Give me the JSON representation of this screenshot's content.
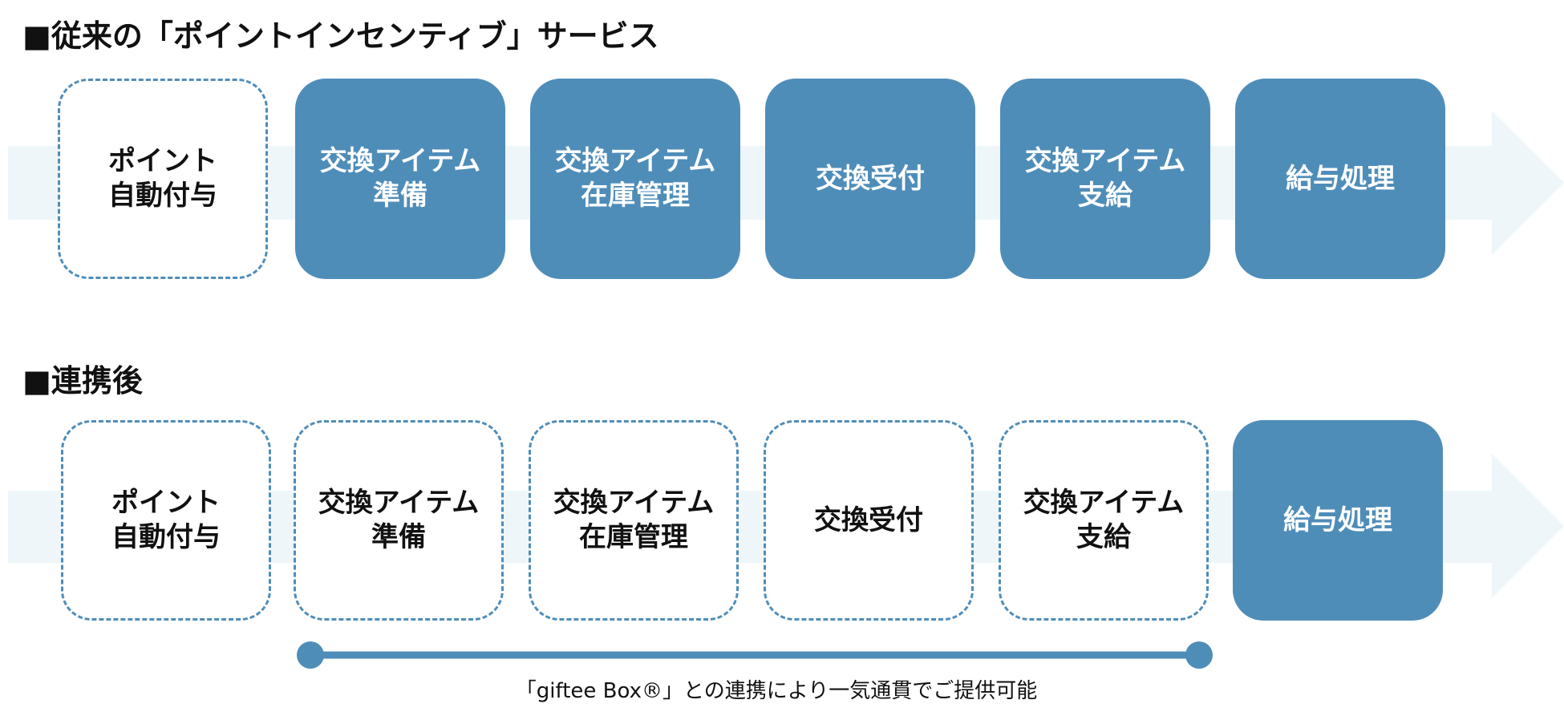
{
  "sections": {
    "before": {
      "heading": "■従来の「ポイントインセンティブ」サービス",
      "steps": [
        {
          "label": "ポイント\n自動付与",
          "style": "dashed"
        },
        {
          "label": "交換アイテム\n準備",
          "style": "filled"
        },
        {
          "label": "交換アイテム\n在庫管理",
          "style": "filled"
        },
        {
          "label": "交換受付",
          "style": "filled"
        },
        {
          "label": "交換アイテム\n支給",
          "style": "filled"
        },
        {
          "label": "給与処理",
          "style": "filled"
        }
      ]
    },
    "after": {
      "heading": "■連携後",
      "steps": [
        {
          "label": "ポイント\n自動付与",
          "style": "dashed"
        },
        {
          "label": "交換アイテム\n準備",
          "style": "dashed"
        },
        {
          "label": "交換アイテム\n在庫管理",
          "style": "dashed"
        },
        {
          "label": "交換受付",
          "style": "dashed"
        },
        {
          "label": "交換アイテム\n支給",
          "style": "dashed"
        },
        {
          "label": "給与処理",
          "style": "filled"
        }
      ],
      "caption": "「giftee Box®」との連携により一気通貫でご提供可能"
    }
  },
  "colors": {
    "accent": "#4f8db9",
    "arrow_band": "#eef6fa",
    "text_dark": "#111111",
    "text_light": "#ffffff"
  }
}
